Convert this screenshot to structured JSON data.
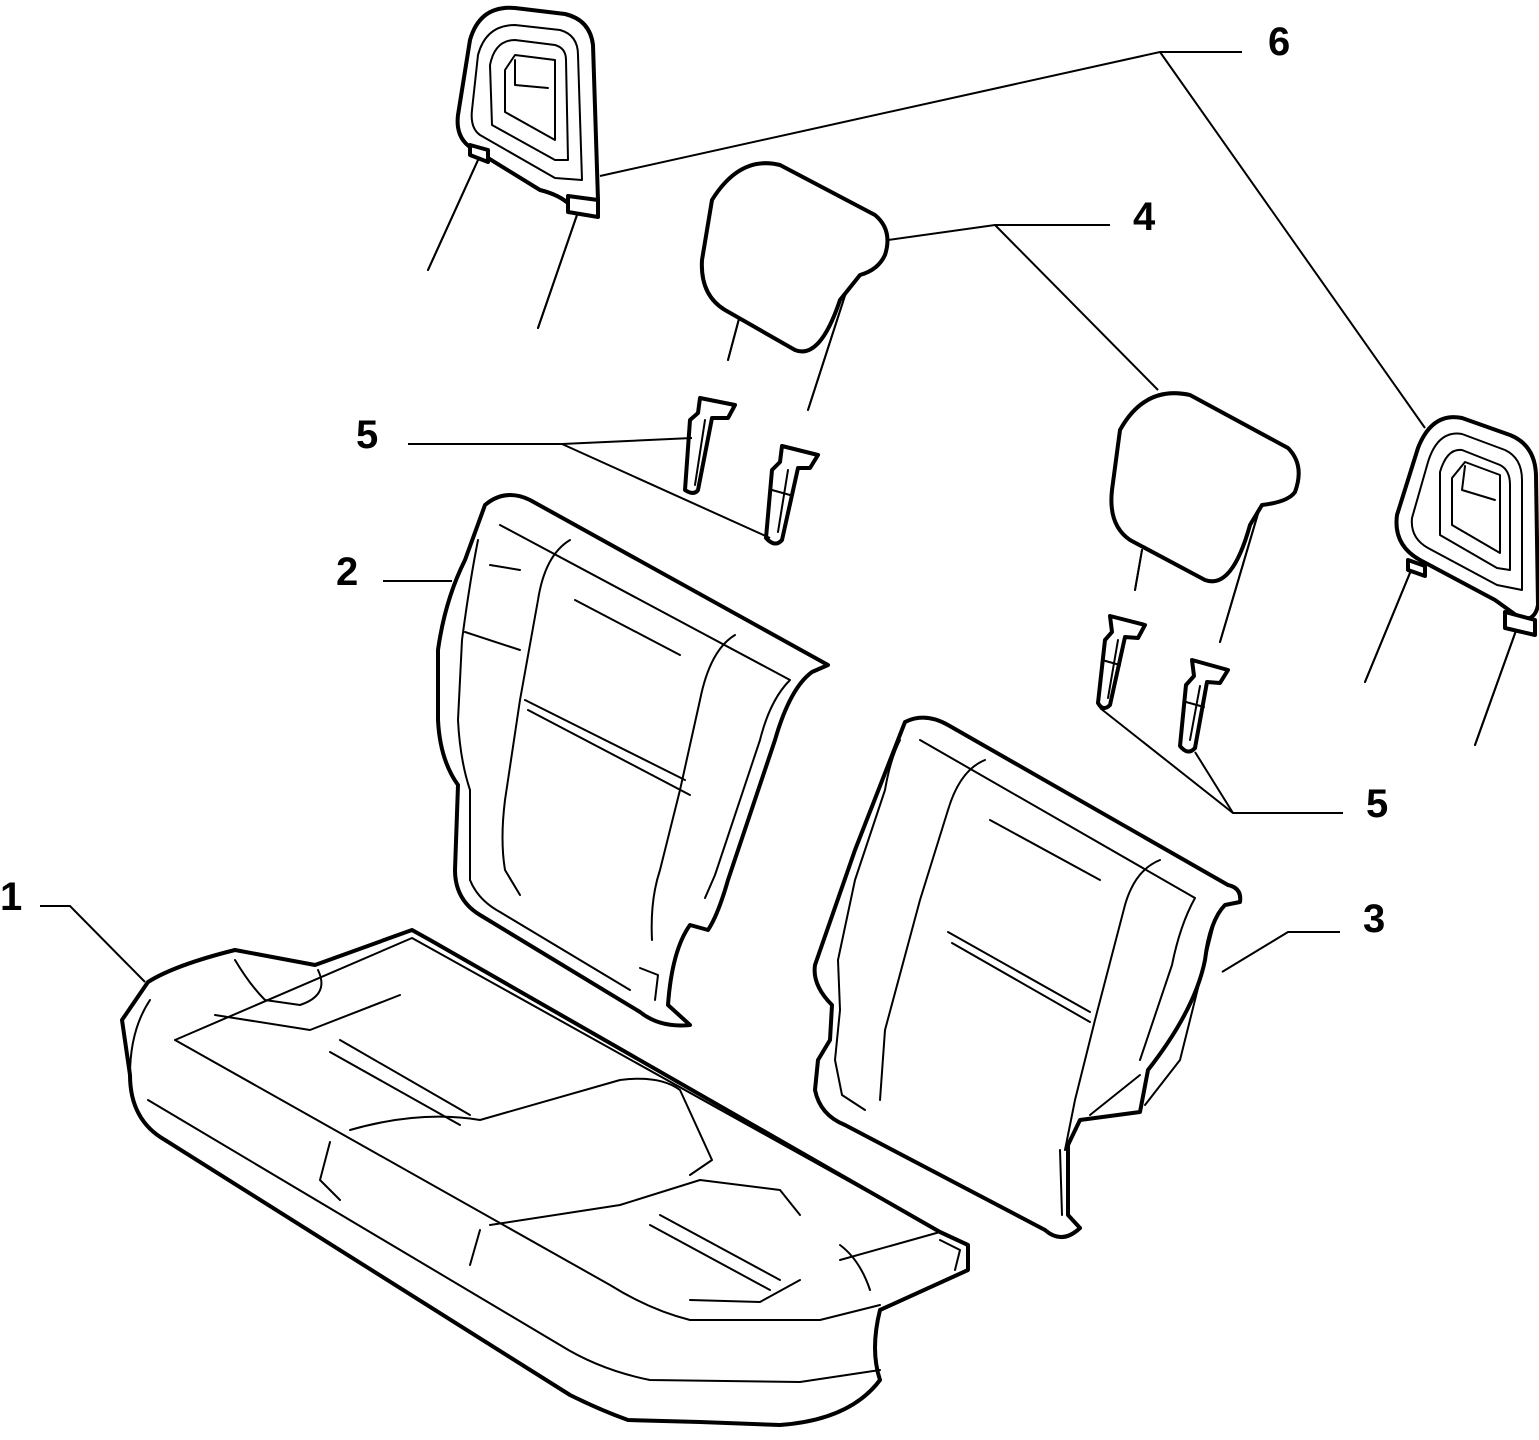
{
  "callouts": {
    "c1": "1",
    "c2": "2",
    "c3": "3",
    "c4": "4",
    "c5_top": "5",
    "c5_bottom": "5",
    "c6": "6"
  },
  "parts": [
    {
      "callout": "1",
      "name": "seat-cushion"
    },
    {
      "callout": "2",
      "name": "left-backrest"
    },
    {
      "callout": "3",
      "name": "right-backrest"
    },
    {
      "callout": "4",
      "name": "center-headrests"
    },
    {
      "callout": "5",
      "name": "headrest-guide-sleeves"
    },
    {
      "callout": "6",
      "name": "outer-headrests"
    }
  ],
  "colors": {
    "line": "#000000",
    "background": "#ffffff"
  }
}
